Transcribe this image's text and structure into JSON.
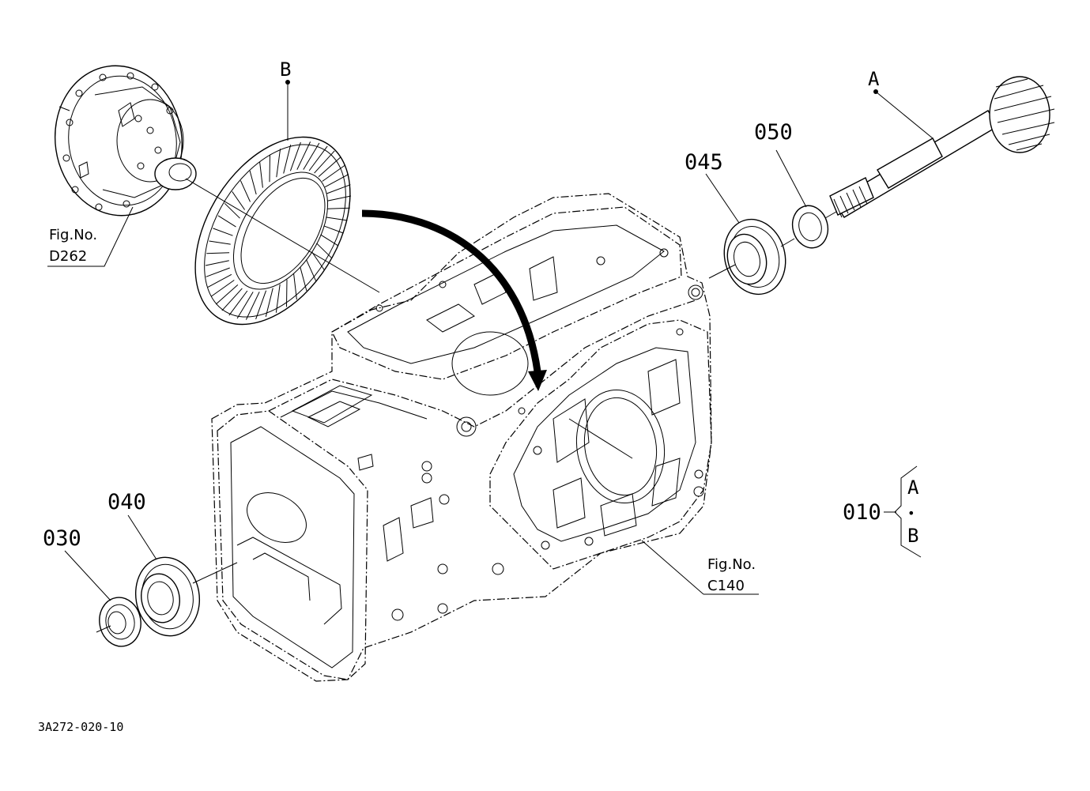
{
  "title": "",
  "drawing_code": "3A272-020-10",
  "callouts": {
    "c030": "030",
    "c040": "040",
    "c045": "045",
    "c050": "050",
    "c010": "010",
    "letter_a": "A",
    "letter_b": "B"
  },
  "group_010": {
    "top": "A",
    "sep": "•",
    "bottom": "B"
  },
  "fig_refs": {
    "d262": {
      "line1": "Fig.No.",
      "line2": "D262"
    },
    "c140": {
      "line1": "Fig.No.",
      "line2": "C140"
    }
  },
  "parts": [
    {
      "id": "differential-assembly",
      "ref": "D262"
    },
    {
      "id": "bevel-gear",
      "ref": "B"
    },
    {
      "id": "pinion-shaft",
      "ref": "A"
    },
    {
      "id": "bearing-045",
      "ref": "045"
    },
    {
      "id": "shim-050",
      "ref": "050"
    },
    {
      "id": "bearing-040",
      "ref": "040"
    },
    {
      "id": "seal-030",
      "ref": "030"
    },
    {
      "id": "transmission-case",
      "ref": "C140"
    }
  ]
}
